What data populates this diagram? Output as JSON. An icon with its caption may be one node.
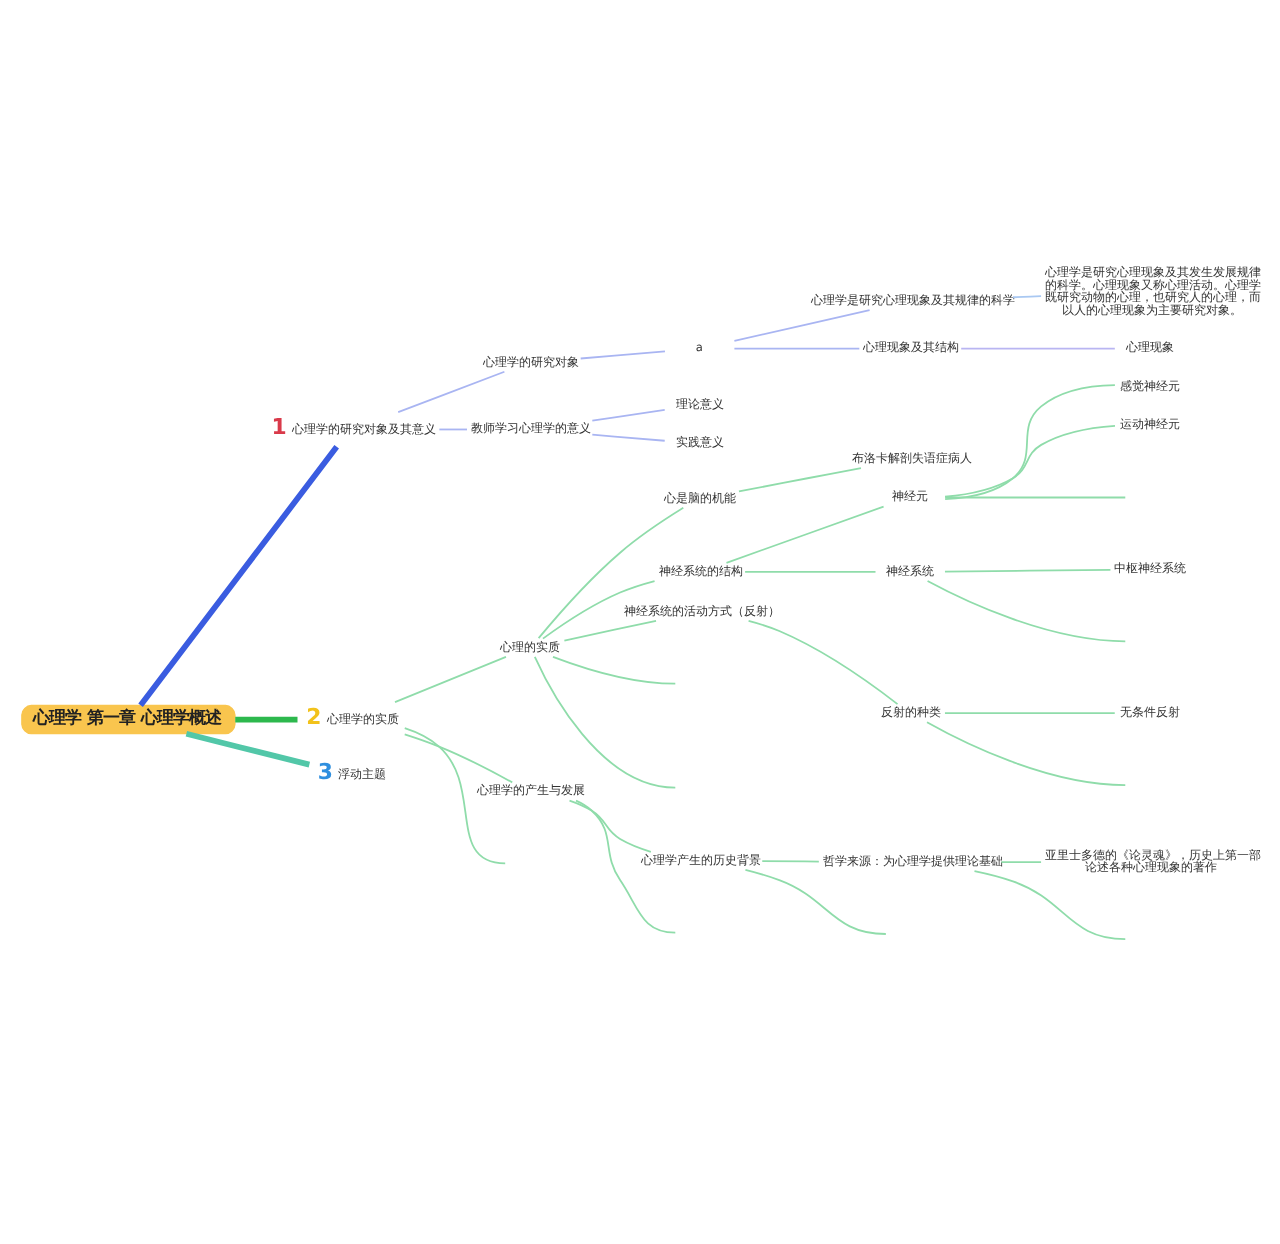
{
  "diagram": {
    "nodes": [
      {
        "text": [
          "心理学 第一章 心理学概述"
        ]
      },
      {
        "text": [
          "1",
          "心理学的研究对象及其意义"
        ]
      },
      {
        "text": [
          "心理学的研究对象"
        ]
      },
      {
        "text": [
          "a"
        ]
      },
      {
        "text": [
          "心理学是研究心理现象及其规律的科学"
        ]
      },
      {
        "text": [
          "心理学是研究心理现象及其发生发展规律的科学。心理现象又称心理活动。心理学既研究动物的心理，也研究人的心理，而以人的心理现象为主要研究对象。"
        ]
      },
      {
        "text": [
          "心理现象及其结构"
        ]
      },
      {
        "text": [
          "心理现象"
        ]
      },
      {
        "text": [
          "教师学习心理学的意义"
        ]
      },
      {
        "text": [
          "理论意义"
        ]
      },
      {
        "text": [
          "实践意义"
        ]
      },
      {
        "text": [
          "2",
          "心理学的实质"
        ]
      },
      {
        "text": [
          "心理的实质"
        ]
      },
      {
        "text": [
          "心是脑的机能"
        ]
      },
      {
        "text": [
          "布洛卡解剖失语症病人"
        ]
      },
      {
        "text": [
          "神经系统的结构"
        ]
      },
      {
        "text": [
          "神经元"
        ]
      },
      {
        "text": [
          "感觉神经元"
        ]
      },
      {
        "text": [
          "运动神经元"
        ]
      },
      {
        "text": [
          "神经系统"
        ]
      },
      {
        "text": [
          "中枢神经系统"
        ]
      },
      {
        "text": [
          "神经系统的活动方式（反射）"
        ]
      },
      {
        "text": [
          "反射的种类"
        ]
      },
      {
        "text": [
          "无条件反射"
        ]
      },
      {
        "text": [
          "心理学的产生与发展"
        ]
      },
      {
        "text": [
          "心理学产生的历史背景"
        ]
      },
      {
        "text": [
          "哲学来源：为心理学提供理论基础"
        ]
      },
      {
        "text": [
          "亚里士多德的《论灵魂》，历史上第一部论述各种心理现象的著作"
        ]
      },
      {
        "text": [
          "3",
          "浮动主题"
        ]
      }
    ],
    "edges": [
      {
        "from": 0,
        "to": 1,
        "arrow": "none",
        "style": "thick",
        "color": "#3a5ce0"
      },
      {
        "from": 1,
        "to": 2,
        "arrow": "none",
        "color": "#a9b5f2"
      },
      {
        "from": 2,
        "to": 3,
        "arrow": "none",
        "color": "#a9b5f2"
      },
      {
        "from": 3,
        "to": 4,
        "arrow": "none",
        "color": "#a9b5f2"
      },
      {
        "from": 4,
        "to": 5,
        "arrow": "none",
        "color": "#a9c8f2"
      },
      {
        "from": 3,
        "to": 6,
        "arrow": "none",
        "color": "#a9b5f2"
      },
      {
        "from": 6,
        "to": 7,
        "arrow": "none",
        "color": "#b9b5f2"
      },
      {
        "from": 1,
        "to": 8,
        "arrow": "none",
        "color": "#a9b5f2"
      },
      {
        "from": 8,
        "to": 9,
        "arrow": "none",
        "color": "#a9b5f2"
      },
      {
        "from": 8,
        "to": 10,
        "arrow": "none",
        "color": "#a9b5f2"
      },
      {
        "from": 0,
        "to": 11,
        "arrow": "none",
        "style": "thick",
        "color": "#2db84d"
      },
      {
        "from": 11,
        "to": 12,
        "arrow": "none"
      },
      {
        "from": 12,
        "to": 13,
        "arrow": "none"
      },
      {
        "from": 13,
        "to": 14,
        "arrow": "none"
      },
      {
        "from": 12,
        "to": 15,
        "arrow": "none"
      },
      {
        "from": 15,
        "to": 16,
        "arrow": "none"
      },
      {
        "from": 16,
        "to": 17,
        "arrow": "none"
      },
      {
        "from": 16,
        "to": 18,
        "arrow": "none"
      },
      {
        "from": 16,
        "to": null,
        "arrow": "none"
      },
      {
        "from": 15,
        "to": 19,
        "arrow": "none"
      },
      {
        "from": 19,
        "to": 20,
        "arrow": "none"
      },
      {
        "from": 19,
        "to": null,
        "arrow": "none"
      },
      {
        "from": 12,
        "to": 21,
        "arrow": "none"
      },
      {
        "from": 21,
        "to": 22,
        "arrow": "none"
      },
      {
        "from": 22,
        "to": 23,
        "arrow": "none"
      },
      {
        "from": 22,
        "to": null,
        "arrow": "none"
      },
      {
        "from": 12,
        "to": null,
        "arrow": "none"
      },
      {
        "from": 12,
        "to": null,
        "arrow": "none"
      },
      {
        "from": 11,
        "to": 24,
        "arrow": "none"
      },
      {
        "from": 24,
        "to": 25,
        "arrow": "none"
      },
      {
        "from": 25,
        "to": 26,
        "arrow": "none"
      },
      {
        "from": 26,
        "to": 27,
        "arrow": "none"
      },
      {
        "from": 26,
        "to": null,
        "arrow": "none"
      },
      {
        "from": 25,
        "to": null,
        "arrow": "none"
      },
      {
        "from": 24,
        "to": null,
        "arrow": "none"
      },
      {
        "from": 11,
        "to": null,
        "arrow": "none"
      },
      {
        "from": 0,
        "to": 28,
        "arrow": "none",
        "style": "thick",
        "color": "#52c7a8"
      }
    ]
  }
}
